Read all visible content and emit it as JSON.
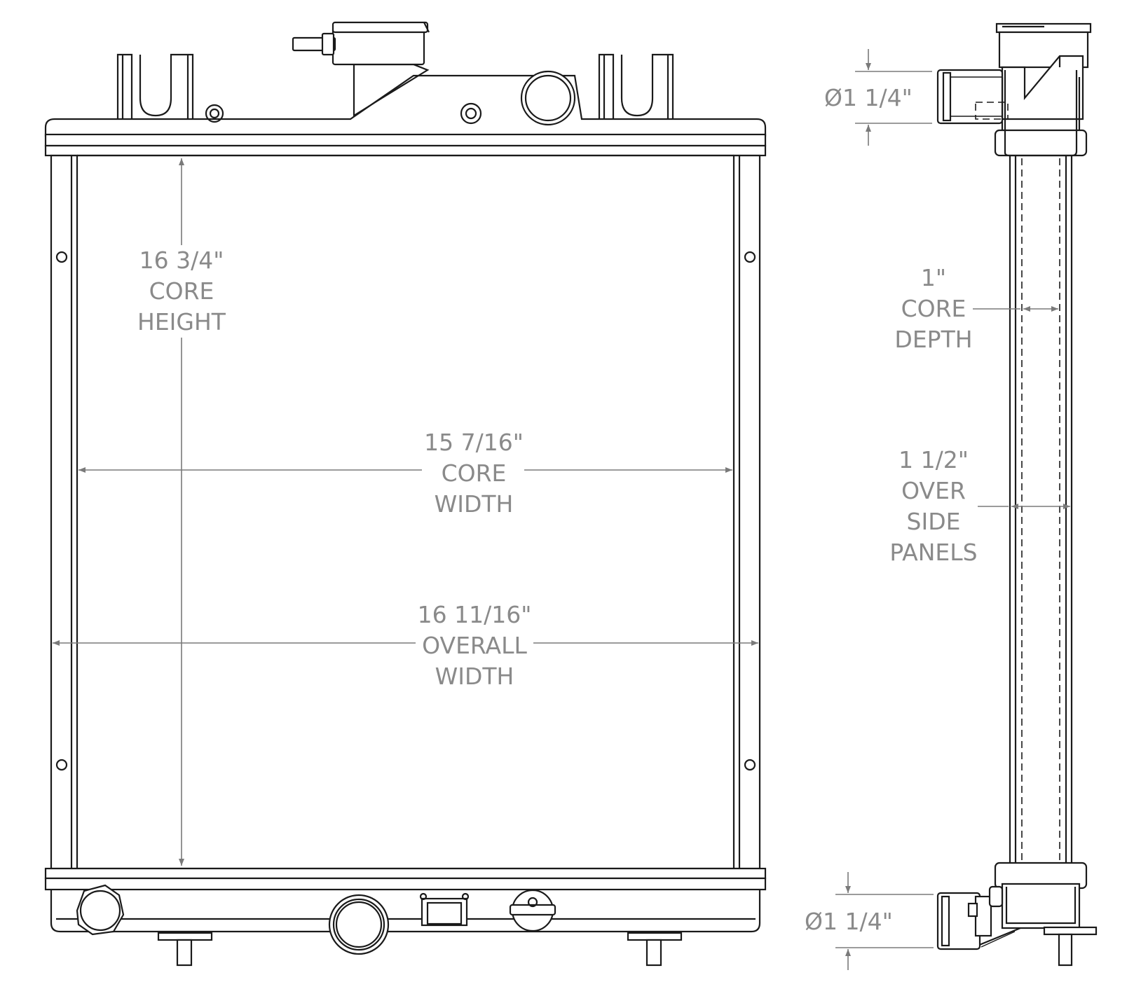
{
  "front_view": {
    "core_height": {
      "value": "16 3/4\"",
      "line1": "CORE",
      "line2": "HEIGHT"
    },
    "core_width": {
      "value": "15 7/16\"",
      "line1": "CORE",
      "line2": "WIDTH"
    },
    "overall_width": {
      "value": "16 11/16\"",
      "line1": "OVERALL",
      "line2": "WIDTH"
    }
  },
  "side_view": {
    "inlet_diameter": "Ø1 1/4\"",
    "outlet_diameter": "Ø1 1/4\"",
    "core_depth": {
      "value": "1\"",
      "line1": "CORE",
      "line2": "DEPTH"
    },
    "over_side_panels": {
      "value": "1 1/2\"",
      "line1": "OVER",
      "line2": "SIDE",
      "line3": "PANELS"
    }
  },
  "colors": {
    "line": "#1a1a1a",
    "dimension": "#7a7a7a",
    "label": "#8a8a8a",
    "background": "#ffffff"
  }
}
